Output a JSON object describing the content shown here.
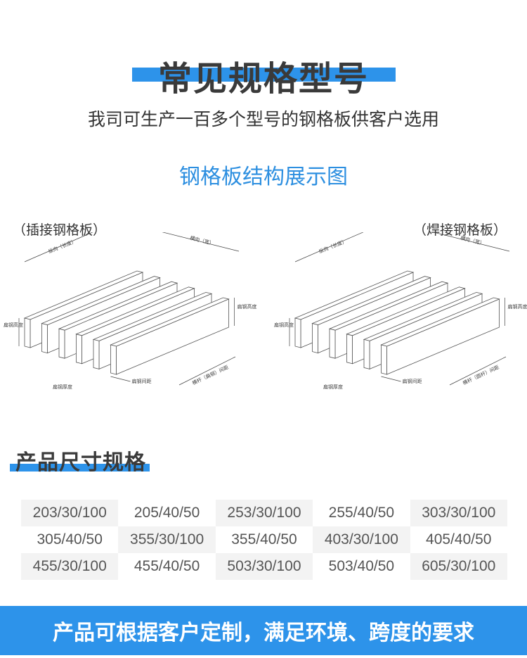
{
  "header": {
    "title": "常见规格型号",
    "subtitle": "我司可生产一百多个型号的钢格板供客户选用",
    "structure_heading": "钢格板结构展示图",
    "accent_color": "#2d93ea"
  },
  "diagrams": [
    {
      "title": "（插接钢格板）",
      "labels": {
        "length": "纵向（长度）",
        "width": "横向（宽）",
        "height_left": "扁钢高度",
        "height_right": "扁钢高度",
        "thickness": "扁钢厚度",
        "spacing": "扁钢间距",
        "cross_spacing": "横杆（扁钢）间距"
      }
    },
    {
      "title": "（焊接钢格板）",
      "labels": {
        "length": "纵向（长度）",
        "width": "横向（宽）",
        "height_left": "扁钢高度",
        "height_right": "扁钢高度",
        "thickness": "扁钢厚度",
        "spacing": "扁钢间距",
        "cross_spacing": "横杆（圆杆）间距"
      }
    }
  ],
  "specs": {
    "title": "产品尺寸规格",
    "items": [
      "203/30/100",
      "205/40/50",
      "253/30/100",
      "255/40/50",
      "303/30/100",
      "305/40/50",
      "355/30/100",
      "355/40/50",
      "403/30/100",
      "405/40/50",
      "455/30/100",
      "455/40/50",
      "503/30/100",
      "503/40/50",
      "605/30/100"
    ]
  },
  "banner": {
    "text": "产品可根据客户定制，满足环境、跨度的要求"
  }
}
